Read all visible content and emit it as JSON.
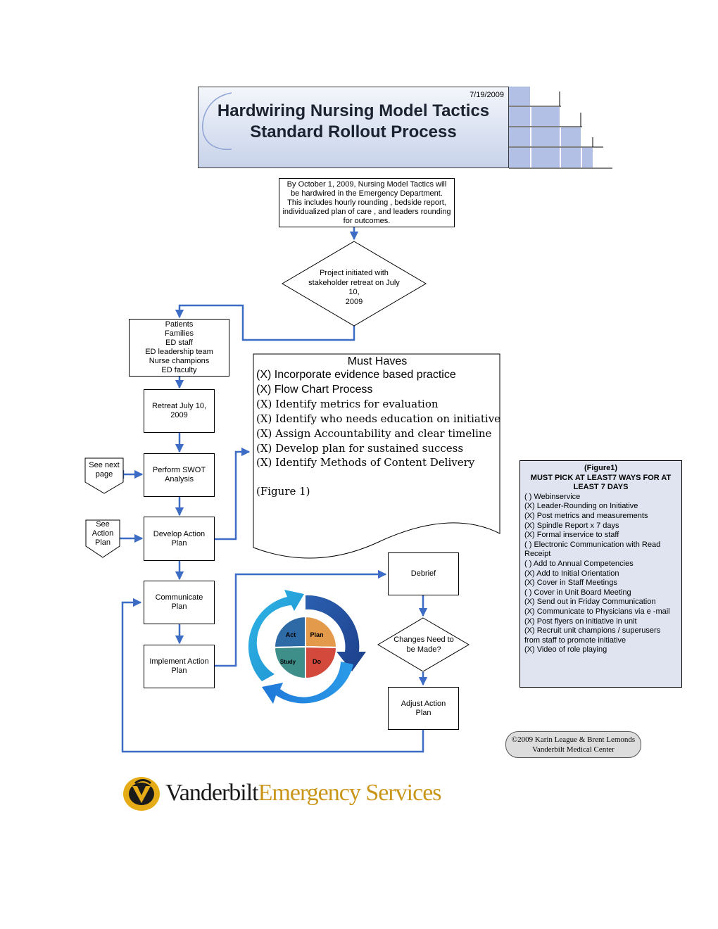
{
  "header": {
    "date": "7/19/2009",
    "title_line1": "Hardwiring Nursing Model Tactics",
    "title_line2": "Standard Rollout Process"
  },
  "goal_box": [
    "By October 1, 2009, Nursing Model Tactics will",
    "be hardwired in the Emergency Department.",
    "This includes hourly rounding , bedside report,",
    "individualized plan of care , and leaders rounding",
    "for outcomes."
  ],
  "decision_project": [
    "Project initiated with",
    "stakeholder retreat on July 10,",
    "2009"
  ],
  "stakeholders": [
    "Patients",
    "Families",
    "ED staff",
    "ED leadership team",
    "Nurse champions",
    "ED faculty"
  ],
  "retreat": [
    "Retreat July 10,",
    "2009"
  ],
  "swot": [
    "Perform SWOT",
    "Analysis"
  ],
  "develop": [
    "Develop Action",
    "Plan"
  ],
  "communicate": [
    "Communicate",
    "Plan"
  ],
  "implement": [
    "Implement Action",
    "Plan"
  ],
  "see_next_page": [
    "See next",
    "page"
  ],
  "see_action_plan": [
    "See",
    "Action",
    "Plan"
  ],
  "must_haves": {
    "title": "Must Haves",
    "items": [
      "(X) Incorporate evidence based practice",
      "(X) Flow Chart Process",
      "(X) Identify metrics for evaluation",
      "(X) Identify who needs education on initiative",
      "(X) Assign Accountability and clear timeline",
      "(X) Develop plan for sustained success",
      "(X) Identify Methods of Content Delivery"
    ],
    "figure": "(Figure 1)"
  },
  "pdsa": {
    "act": "Act",
    "plan": "Plan",
    "study": "Study",
    "do": "Do"
  },
  "debrief": "Debrief",
  "decision_changes": [
    "Changes Need to",
    "be Made?"
  ],
  "adjust": [
    "Adjust Action",
    "Plan"
  ],
  "figure1_box": {
    "title1": "(Figure1)",
    "title2": "MUST PICK AT LEAST7 WAYS FOR AT",
    "title3": "LEAST 7 DAYS",
    "items": [
      "(  ) Webinservice",
      "(X) Leader-Rounding on Initiative",
      "(X) Post metrics and measurements",
      "(X) Spindle Report x 7 days",
      "(X) Formal inservice to staff",
      "(  ) Electronic Communication with Read Receipt",
      "(  ) Add to Annual Competencies",
      "(X) Add to Initial Orientation",
      "(X) Cover in Staff Meetings",
      "(  ) Cover in Unit Board Meeting",
      "(X) Send out in Friday Communication",
      "(X) Communicate to Physicians via e -mail",
      "(X) Post flyers on initiative in unit",
      "(X) Recruit unit champions / superusers from staff to promote initiative",
      "(X) Video of role playing"
    ]
  },
  "credit": [
    "©2009 Karin League & Brent Lemonds",
    "Vanderbilt Medical Center"
  ],
  "logo": {
    "part1": "Vanderbilt",
    "part2": "Emergency Services"
  },
  "colors": {
    "connector": "#3d6cc4",
    "header_grid": "#b3c0e6",
    "act": "#2d6aa6",
    "plan": "#e39a4b",
    "study": "#3e8f8a",
    "do": "#d34a3c"
  }
}
